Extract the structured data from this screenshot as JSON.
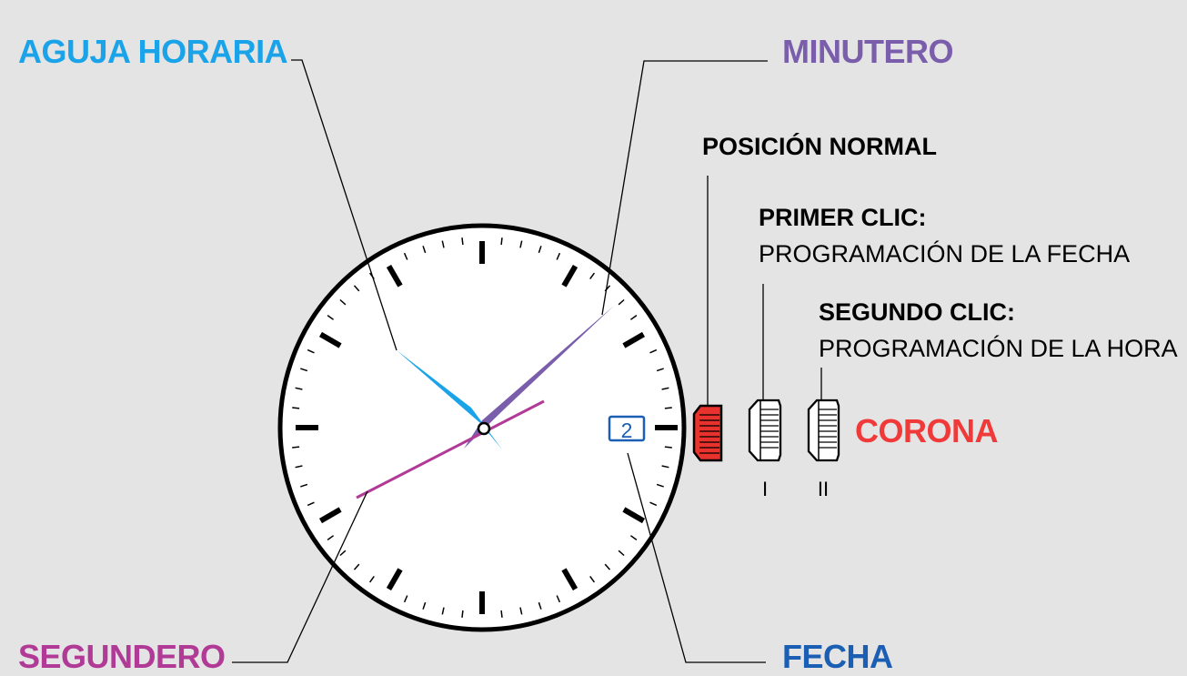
{
  "labels": {
    "hour_hand": "AGUJA HORARIA",
    "minute_hand": "MINUTERO",
    "second_hand": "SEGUNDERO",
    "date": "FECHA",
    "crown": "CORONA",
    "normal_position": "POSICIÓN NORMAL",
    "first_click_title": "PRIMER CLIC:",
    "first_click_desc": "PROGRAMACIÓN DE LA FECHA",
    "second_click_title": "SEGUNDO CLIC:",
    "second_click_desc": "PROGRAMACIÓN DE LA HORA",
    "position_1": "I",
    "position_2": "II"
  },
  "date_window": "2",
  "colors": {
    "background": "#e4e4e4",
    "hour_hand": "#1aa3e8",
    "minute_hand": "#7b5eab",
    "second_hand": "#b23a97",
    "date": "#1a5fb4",
    "crown": "#f03a3a",
    "crown_fill": "#e8322d"
  }
}
